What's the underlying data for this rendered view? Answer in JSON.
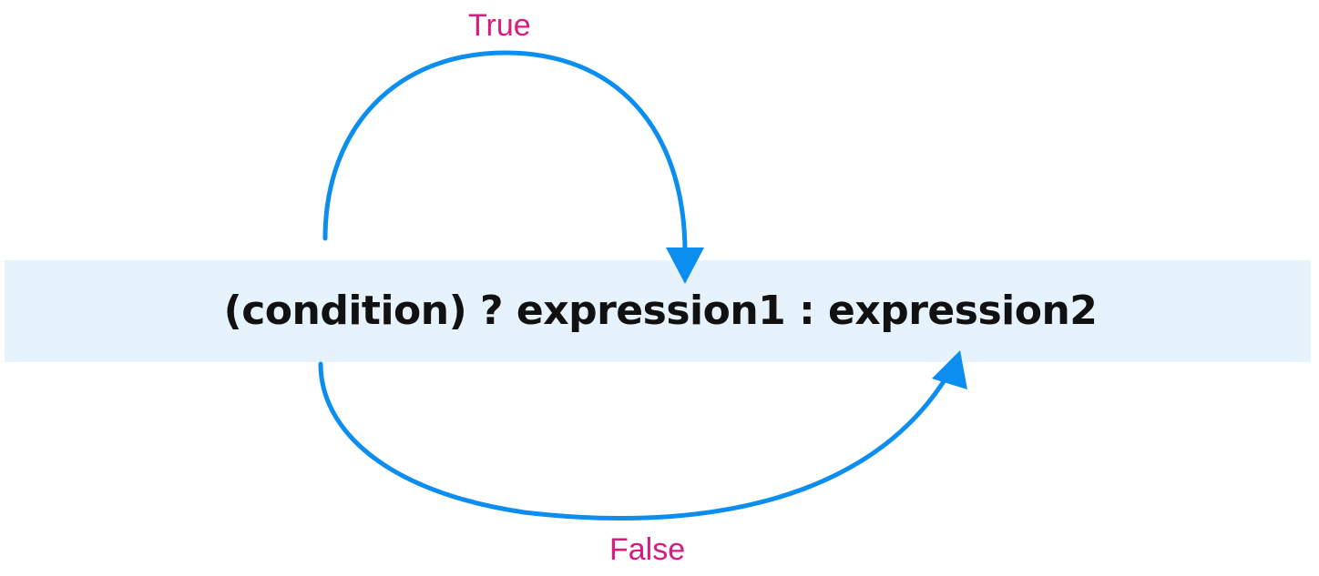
{
  "expression": "(condition) ? expression1 : expression2",
  "labels": {
    "true": "True",
    "false": "False"
  },
  "colors": {
    "arrow": "#0b8ef0",
    "label": "#d81b7f",
    "band": "#e6f2fc",
    "text": "#111111"
  }
}
